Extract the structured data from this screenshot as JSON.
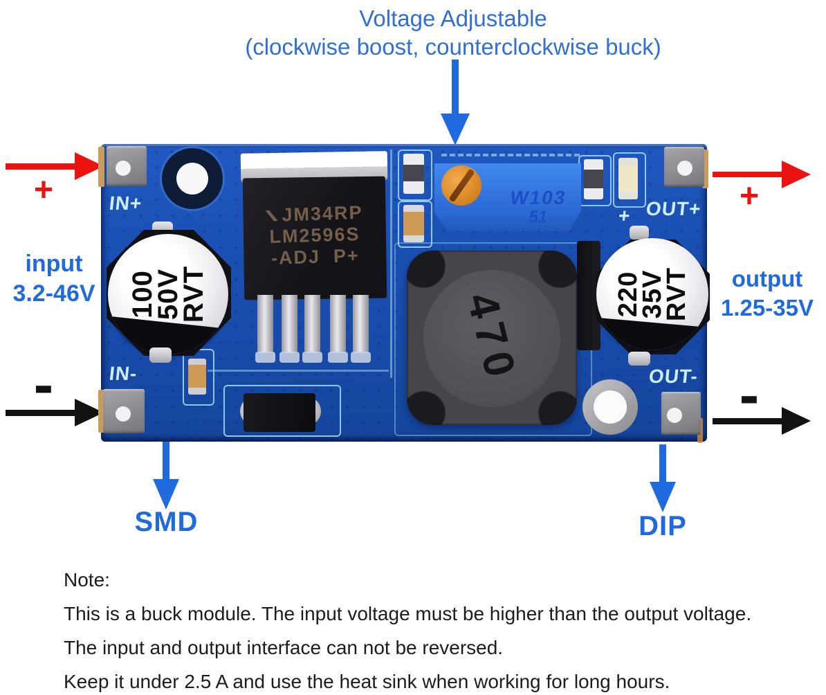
{
  "colors": {
    "annotation_blue": "#2f6fd6",
    "label_blue": "#1e6ade",
    "arrow_red": "#ea1310",
    "arrow_black": "#121212",
    "board_blue": "#1a50b4",
    "silkscreen_cyan": "#cdeef8",
    "pot_blue": "#3c7fe2",
    "screw_orange": "#e1963c"
  },
  "annotations": {
    "title_line1": "Voltage Adjustable",
    "title_line2": "(clockwise boost, counterclockwise buck)",
    "input": {
      "plus": "+",
      "minus": "-",
      "line1": "input",
      "line2": "3.2-46V"
    },
    "output": {
      "plus": "+",
      "minus": "-",
      "line1": "output",
      "line2": "1.25-35V"
    },
    "smd": "SMD",
    "dip": "DIP"
  },
  "board": {
    "silkscreen": {
      "in_plus": "IN+",
      "in_minus": "IN-",
      "out_plus": "OUT+",
      "out_minus": "OUT-",
      "plus_mark": "+"
    },
    "regulator": {
      "line1": "JM34RP",
      "line2": "LM2596S",
      "line3": "-ADJ  P+"
    },
    "input_capacitor": {
      "line1": "100",
      "line2": "50V",
      "line3": "RVT"
    },
    "output_capacitor": {
      "line1": "220",
      "line2": "35V",
      "line3": "RVT"
    },
    "inductor": "470",
    "potentiometer": {
      "line1": "W103",
      "line2": "51"
    }
  },
  "note": {
    "heading": "Note:",
    "lines": [
      "This is a buck module. The input voltage must be higher than the output voltage.",
      "The input and output interface can not be reversed.",
      "Keep it under 2.5 A and use the heat sink when working for long hours."
    ]
  }
}
